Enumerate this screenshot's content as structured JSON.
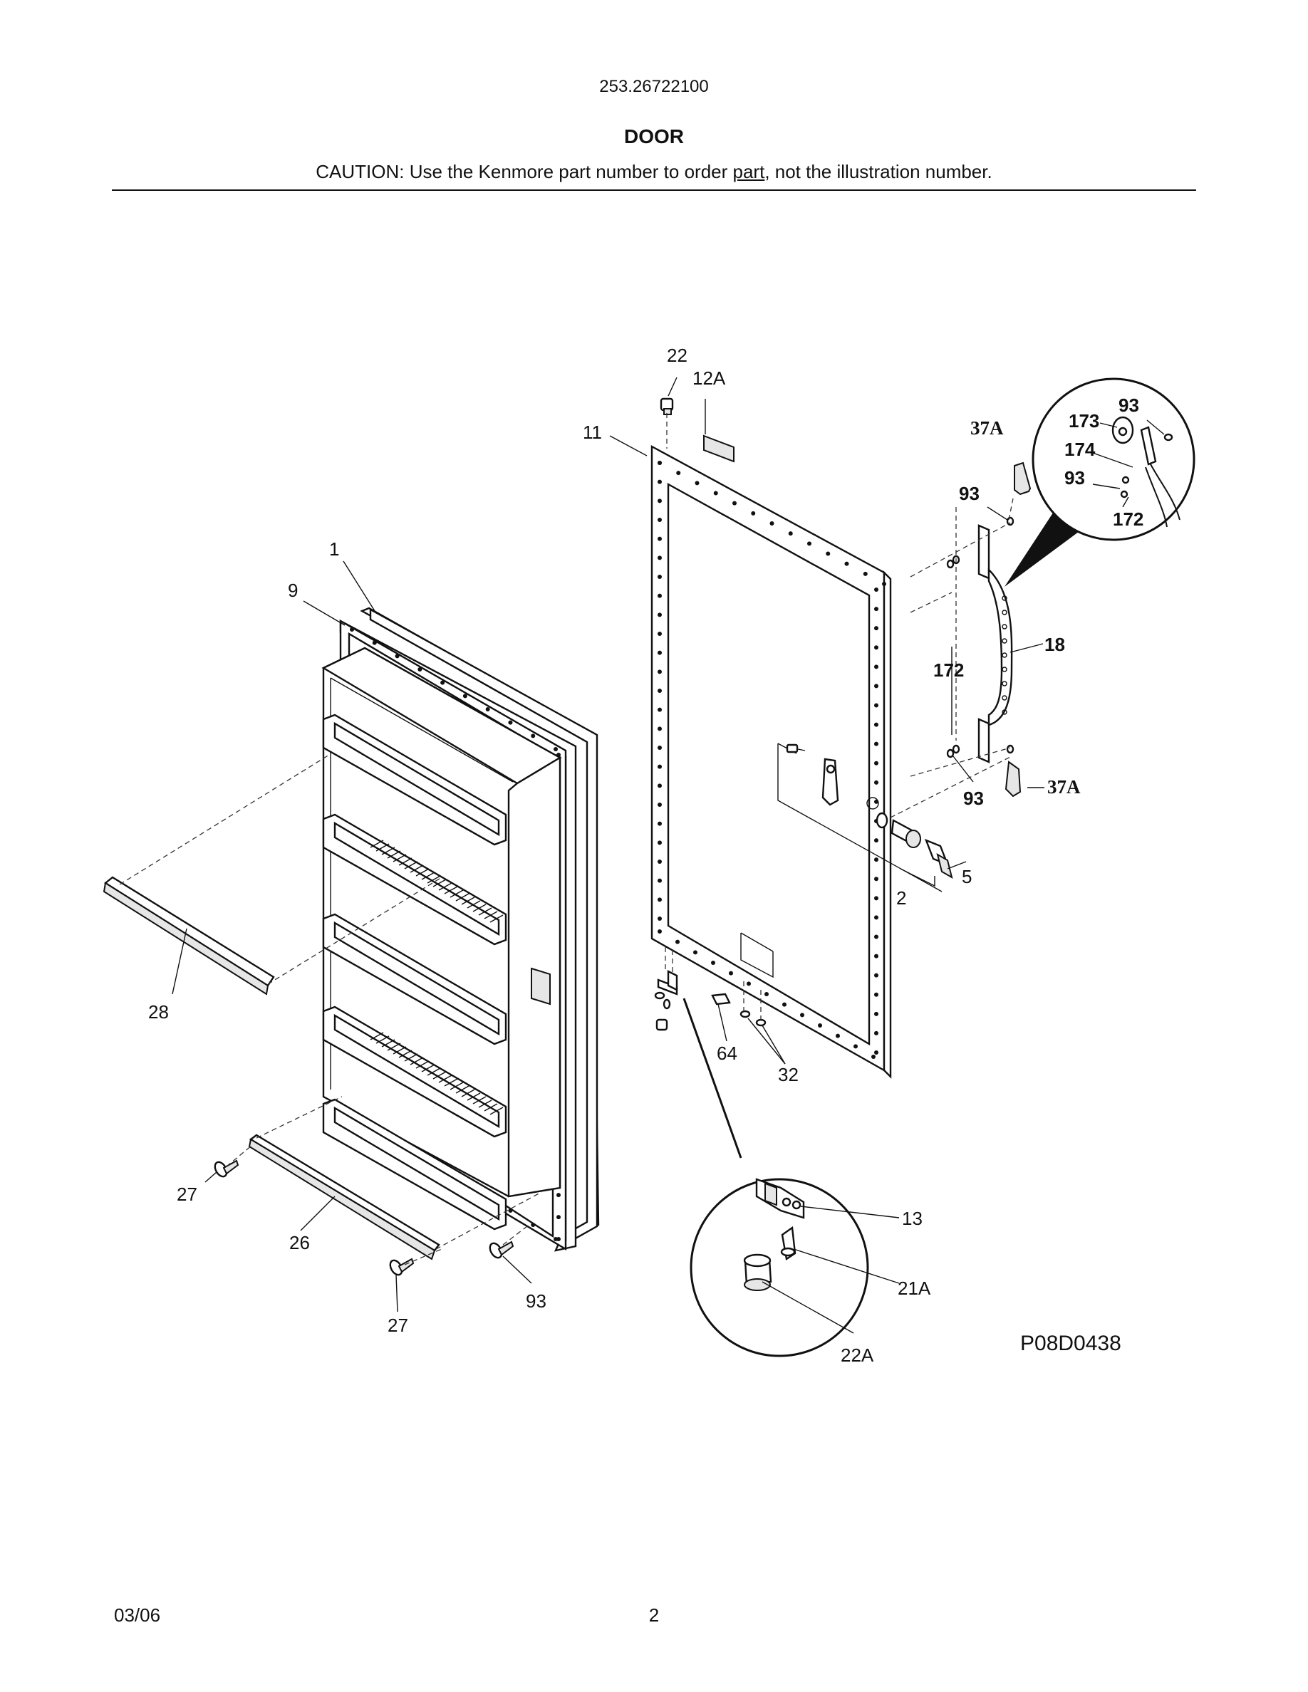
{
  "header": {
    "model_number": "253.26722100",
    "section_title": "DOOR",
    "caution_prefix": "CAUTION: Use the Kenmore part number to order ",
    "caution_underlined": "part",
    "caution_suffix": ", not the illustration number."
  },
  "diagram": {
    "drawing_id": "P08D0438",
    "callouts": {
      "c1": "1",
      "c9": "9",
      "c11": "11",
      "c12a": "12A",
      "c22": "22",
      "c28": "28",
      "c27a": "27",
      "c26": "26",
      "c27b": "27",
      "c93a": "93",
      "c64": "64",
      "c32": "32",
      "c2": "2",
      "c5": "5",
      "c18": "18",
      "c172": "172",
      "c93b": "93",
      "c93c": "93",
      "c37a1": "37A",
      "c37a2": "37A",
      "c173": "173",
      "c174": "174",
      "c93d": "93",
      "c93e": "93",
      "c172b": "172",
      "c13": "13",
      "c21a": "21A",
      "c22a": "22A"
    }
  },
  "footer": {
    "date": "03/06",
    "page_number": "2"
  }
}
